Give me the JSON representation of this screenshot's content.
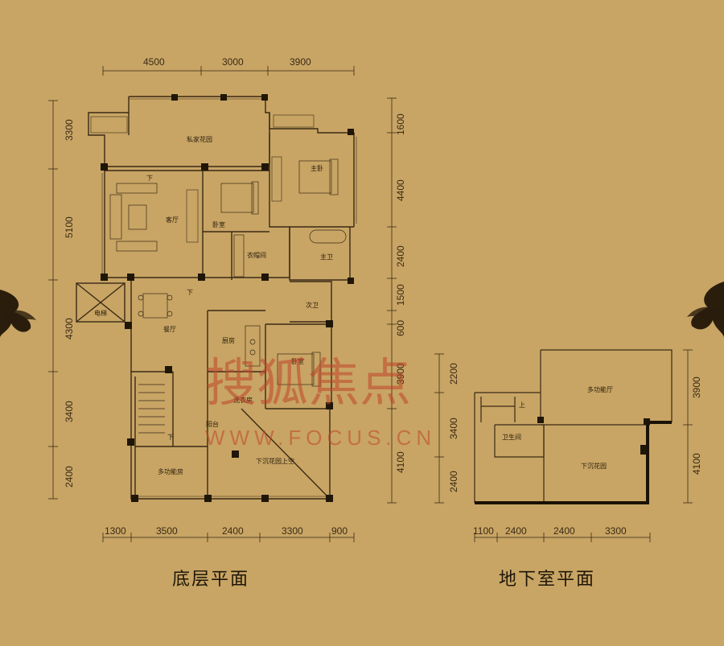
{
  "titles": {
    "ground_floor": "底层平面",
    "basement": "地下室平面"
  },
  "ground_floor": {
    "top_dims": [
      "4500",
      "3000",
      "3900"
    ],
    "left_dims": [
      "3300",
      "5100",
      "4300",
      "3400",
      "2400"
    ],
    "right_dims": [
      "1600",
      "4400",
      "2400",
      "1500",
      "600",
      "3900",
      "4100"
    ],
    "bottom_dims": [
      "1300",
      "3500",
      "2400",
      "3300",
      "900"
    ],
    "rooms": {
      "private_garden": "私家花园",
      "master_bedroom": "主卧",
      "living_room": "客厅",
      "bedroom": "卧室",
      "walk_in_closet": "衣帽间",
      "master_bath": "主卫",
      "elevator": "电梯",
      "dining_room": "餐厅",
      "second_bath": "次卫",
      "kitchen": "厨房",
      "bedroom_2": "卧室",
      "laundry": "洗衣房",
      "balcony": "阳台",
      "multi_room": "多功能房",
      "sunken_garden_void": "下沉花园上空"
    },
    "stair_down_1": "下",
    "stair_down_2": "下",
    "stair_down_3": "下"
  },
  "basement": {
    "right_dims": [
      "3900",
      "4100"
    ],
    "left_dims": [
      "2200",
      "3400",
      "2400"
    ],
    "bottom_dims": [
      "1100",
      "2400",
      "2400",
      "3300"
    ],
    "rooms": {
      "multi_hall": "多功能厅",
      "bathroom": "卫生间",
      "sunken_garden": "下沉花园"
    },
    "stair_up": "上"
  },
  "watermark": {
    "cn": "搜狐焦点",
    "url": "WWW.FOCUS.CN"
  },
  "colors": {
    "background": "#c8a565",
    "lines": "#3a2a14",
    "watermark": "#c0442a"
  }
}
